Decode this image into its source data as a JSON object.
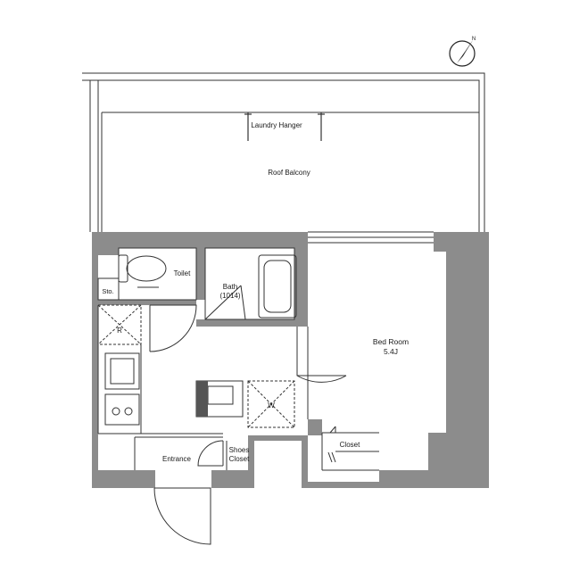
{
  "rooms": {
    "laundry_hanger": "Laundry Hanger",
    "roof_balcony": "Roof Balcony",
    "toilet": "Toilet",
    "storage": "Sto.",
    "bath": "Bath",
    "bath_size": "(1014)",
    "refrigerator": "R",
    "washer": "W",
    "bed_room": "Bed Room",
    "bed_room_size": "5.4J",
    "closet": "Closet",
    "entrance": "Entrance",
    "shoes_closet_line1": "Shoes",
    "shoes_closet_line2": "Closet"
  },
  "compass": {
    "label": "N",
    "icon": "north-arrow-icon"
  },
  "colors": {
    "wall": "#8c8c8c",
    "line": "#333333",
    "background": "#ffffff"
  }
}
